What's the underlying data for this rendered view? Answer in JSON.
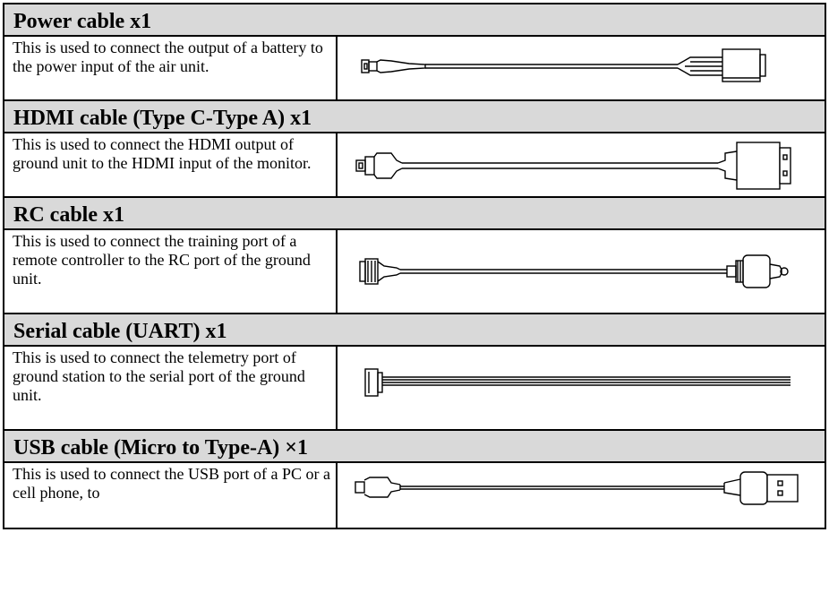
{
  "sections": [
    {
      "title": "Power cable x1",
      "description": "This is used to connect the output of a battery to the power input of the air unit.",
      "image_icon": "power-cable-icon"
    },
    {
      "title": "HDMI cable (Type C-Type A) x1",
      "description": "This is used to connect the HDMI output of ground unit to the HDMI input of the monitor.",
      "image_icon": "hdmi-cable-icon"
    },
    {
      "title": "RC cable x1",
      "description": "This is used to connect the training port of a remote controller to the RC port of the ground unit.",
      "image_icon": "rc-cable-icon"
    },
    {
      "title": "Serial cable (UART) x1",
      "description": "This is used to connect the telemetry port of ground station to the serial port of the ground unit.",
      "image_icon": "serial-cable-icon"
    },
    {
      "title": "USB cable (Micro to Type-A) ×1",
      "description": "This is used to connect the USB port of a PC or a cell phone, to",
      "image_icon": "usb-cable-icon"
    }
  ]
}
